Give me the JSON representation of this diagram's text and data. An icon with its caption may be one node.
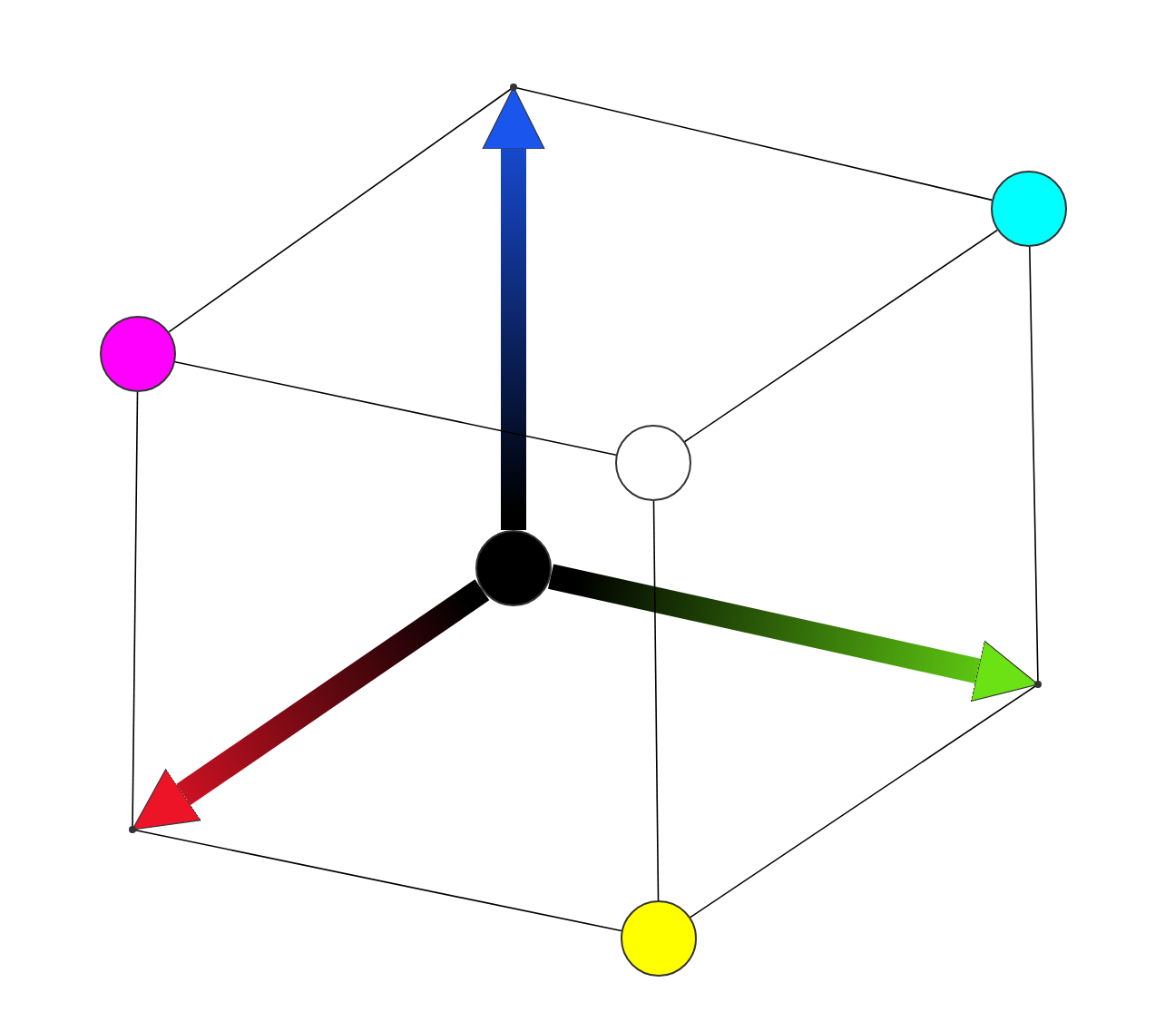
{
  "diagram": {
    "nodes": [
      {
        "text": [],
        "shape": "point"
      },
      {
        "text": [],
        "shape": "circle"
      },
      {
        "text": [],
        "shape": "circle"
      },
      {
        "text": [],
        "shape": "circle"
      },
      {
        "text": [],
        "shape": "circle"
      },
      {
        "text": [],
        "shape": "point"
      },
      {
        "text": [],
        "shape": "point"
      },
      {
        "text": [],
        "shape": "circle"
      }
    ],
    "edges": [
      {
        "from": 4,
        "to": 6,
        "arrow": "to",
        "style": "thick",
        "color": "#ee1428"
      },
      {
        "from": 4,
        "to": 5,
        "arrow": "to",
        "style": "thick",
        "color": "#6ae214"
      },
      {
        "from": 4,
        "to": 0,
        "arrow": "to",
        "style": "thick",
        "color": "#1a55ee"
      },
      {
        "from": 0,
        "to": 1,
        "arrow": "none"
      },
      {
        "from": 0,
        "to": 2,
        "arrow": "none"
      },
      {
        "from": 2,
        "to": 3,
        "arrow": "none"
      },
      {
        "from": 1,
        "to": 3,
        "arrow": "none"
      },
      {
        "from": 2,
        "to": 6,
        "arrow": "none"
      },
      {
        "from": 6,
        "to": 7,
        "arrow": "none"
      },
      {
        "from": 7,
        "to": 5,
        "arrow": "none"
      },
      {
        "from": 5,
        "to": 1,
        "arrow": "none"
      },
      {
        "from": 3,
        "to": 7,
        "arrow": "none"
      }
    ]
  }
}
